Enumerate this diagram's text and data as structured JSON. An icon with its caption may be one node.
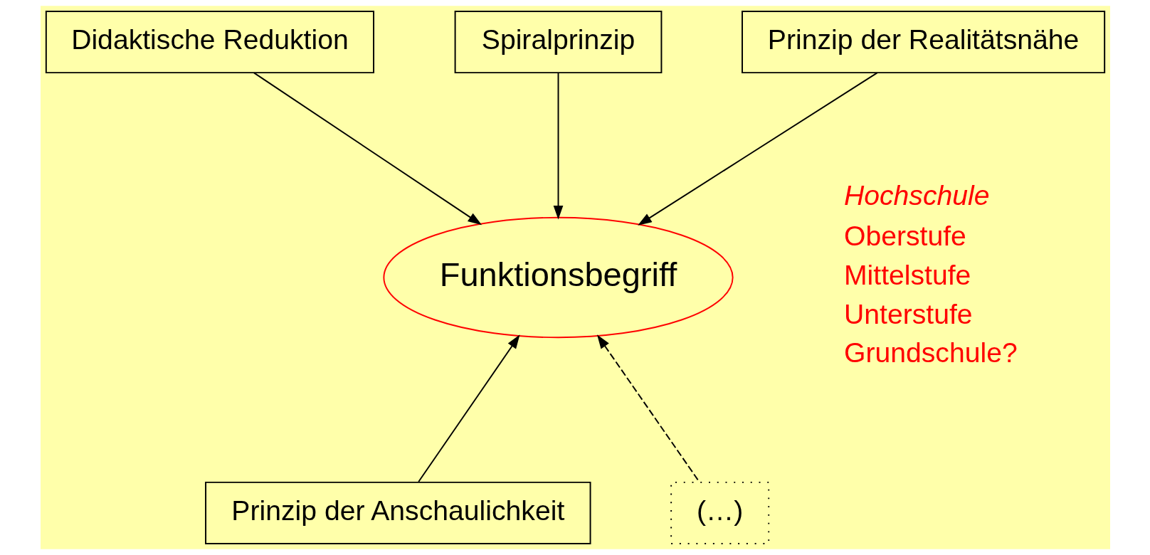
{
  "diagram": {
    "nodes": [
      {
        "text": [
          "Didaktische Reduktion"
        ]
      },
      {
        "text": [
          "Spiralprinzip"
        ]
      },
      {
        "text": [
          "Prinzip der Realitätsnähe"
        ]
      },
      {
        "text": [
          "Funktionsbegriff"
        ]
      },
      {
        "text": [
          "Prinzip der Anschaulichkeit"
        ]
      },
      {
        "text": [
          "(…)"
        ]
      }
    ],
    "edges": [
      {
        "from": 0,
        "to": 3,
        "arrow": "to"
      },
      {
        "from": 1,
        "to": 3,
        "arrow": "to"
      },
      {
        "from": 2,
        "to": 3,
        "arrow": "to"
      },
      {
        "from": 4,
        "to": 3,
        "arrow": "to"
      },
      {
        "from": 5,
        "to": 3,
        "arrow": "to",
        "style": "dashed"
      }
    ],
    "labels": [
      "Hochschule",
      "Oberstufe",
      "Mittelstufe",
      "Unterstufe",
      "Grundschule?"
    ]
  }
}
